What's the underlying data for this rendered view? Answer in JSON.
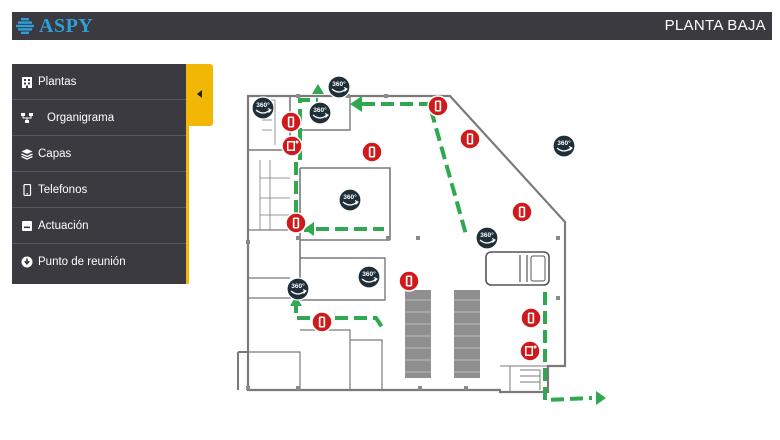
{
  "header": {
    "brand": "ASPY",
    "title": "PLANTA BAJA"
  },
  "sidebar": {
    "items": [
      {
        "label": "Plantas",
        "icon": "building-icon"
      },
      {
        "label": "Organigrama",
        "icon": "sitemap-icon"
      },
      {
        "label": "Capas",
        "icon": "layers-icon"
      },
      {
        "label": "Telefonos",
        "icon": "phone-icon"
      },
      {
        "label": "Actuación",
        "icon": "panel-icon"
      },
      {
        "label": "Punto de reunión",
        "icon": "arrow-circle-icon"
      }
    ]
  },
  "floorplan": {
    "view360_label": "360°",
    "colors": {
      "route": "#2fa84f",
      "extinguisher": "#d0191b",
      "view360": "#1f2f3a",
      "accent": "#f2b705",
      "brand": "#2e9fd8"
    }
  }
}
